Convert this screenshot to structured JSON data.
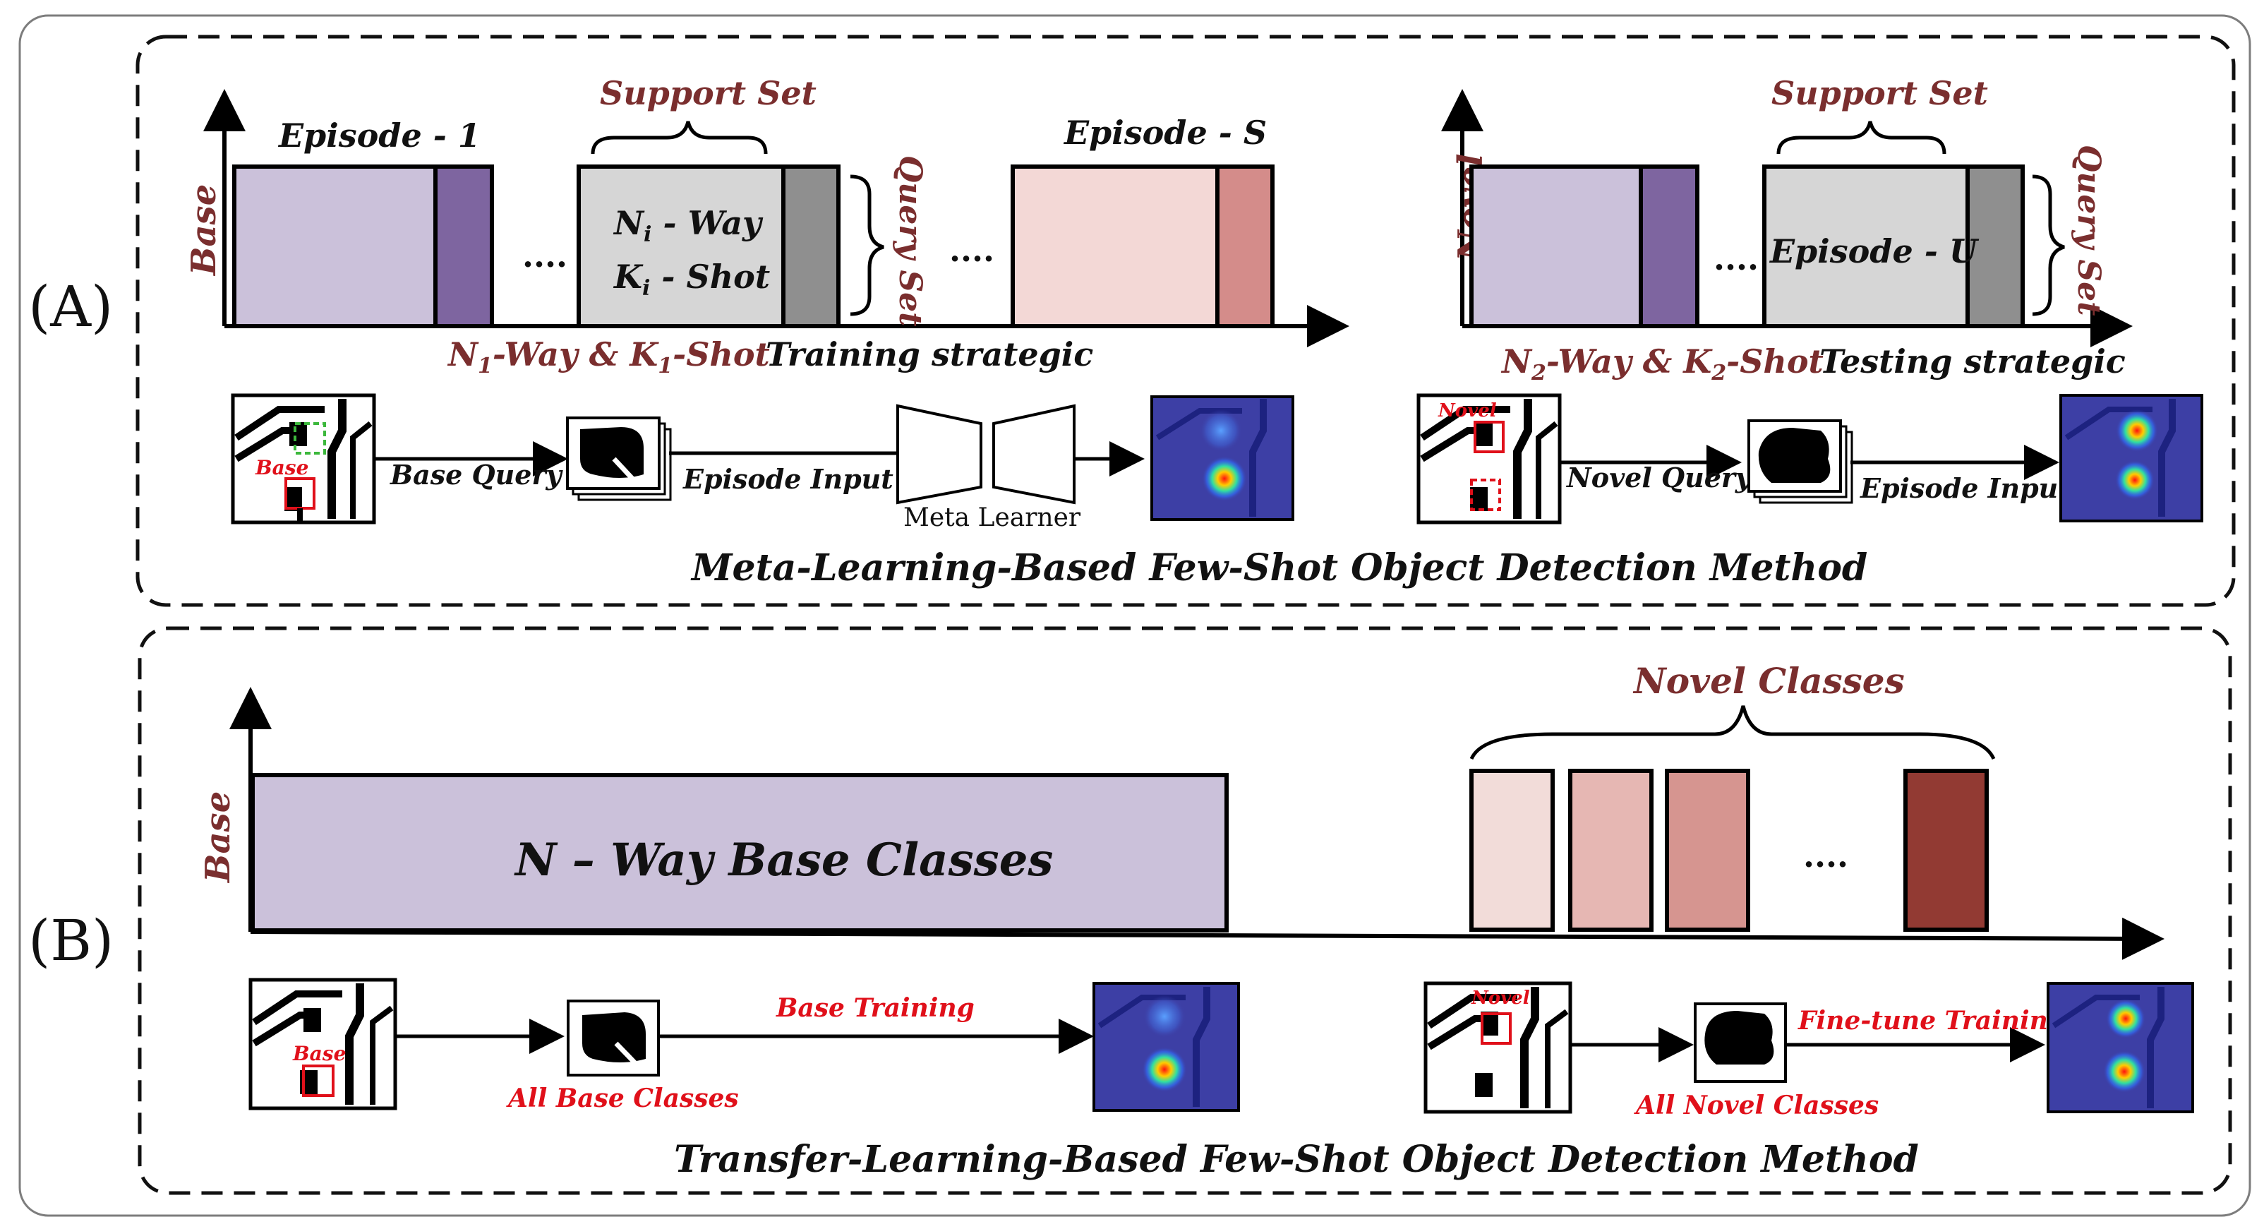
{
  "colors": {
    "label_brown": "#7a2e2e",
    "label_red": "#e0101a",
    "base_light": "#cbc1da",
    "base_dark": "#7e65a0",
    "support_gray": "#d6d6d6",
    "query_gray": "#8f8f8f",
    "episode_s_light": "#f3d8d6",
    "episode_s_dark": "#d48c8a",
    "novel_1": "#f2dcd9",
    "novel_2": "#e6b7b3",
    "novel_3": "#d69590",
    "novel_4": "#923a33",
    "heatmap_bg": "#3d3fa5"
  },
  "panelA": {
    "label": "(A)",
    "title": "Meta-Learning-Based Few-Shot Object Detection Method",
    "train": {
      "axis_label": "Base",
      "episode1": "Episode - 1",
      "episodeS": "Episode - S",
      "support_set": "Support Set",
      "query_set": "Query Set",
      "way_n": "N",
      "way_sub": "i",
      "way_text": " - Way",
      "shot_k": "K",
      "shot_sub": "i",
      "shot_text": " - Shot",
      "ellipsis1": "....",
      "ellipsis2": "....",
      "strategy_n": "N",
      "strategy_n_sub": "1",
      "strategy_mid": "-Way  &  K",
      "strategy_k_sub": "1",
      "strategy_end": "-Shot",
      "strategy_label": "Training strategic",
      "base_tag": "Base",
      "flow1": "Base Query",
      "flow2": "Episode Input",
      "meta_learner": "Meta Learner"
    },
    "test": {
      "axis_label": "Novel",
      "support_set": "Support Set",
      "query_set": "Query Set",
      "episodeU": "Episode - U",
      "ellipsis": "....",
      "strategy_n": "N",
      "strategy_n_sub": "2",
      "strategy_mid": "-Way  &  K",
      "strategy_k_sub": "2",
      "strategy_end": "-Shot",
      "strategy_label": "Testing strategic",
      "novel_tag": "Novel",
      "flow1": "Novel Query",
      "flow2": "Episode Input"
    }
  },
  "panelB": {
    "label": "(B)",
    "title": "Transfer-Learning-Based Few-Shot Object Detection Method",
    "axis_label": "Base",
    "base_block": "N – Way Base Classes",
    "novel_classes": "Novel Classes",
    "ellipsis": "....",
    "base_tag": "Base",
    "novel_tag": "Novel",
    "base_training": "Base Training",
    "all_base": "All Base Classes",
    "finetune": "Fine-tune Training",
    "all_novel": "All Novel Classes"
  }
}
